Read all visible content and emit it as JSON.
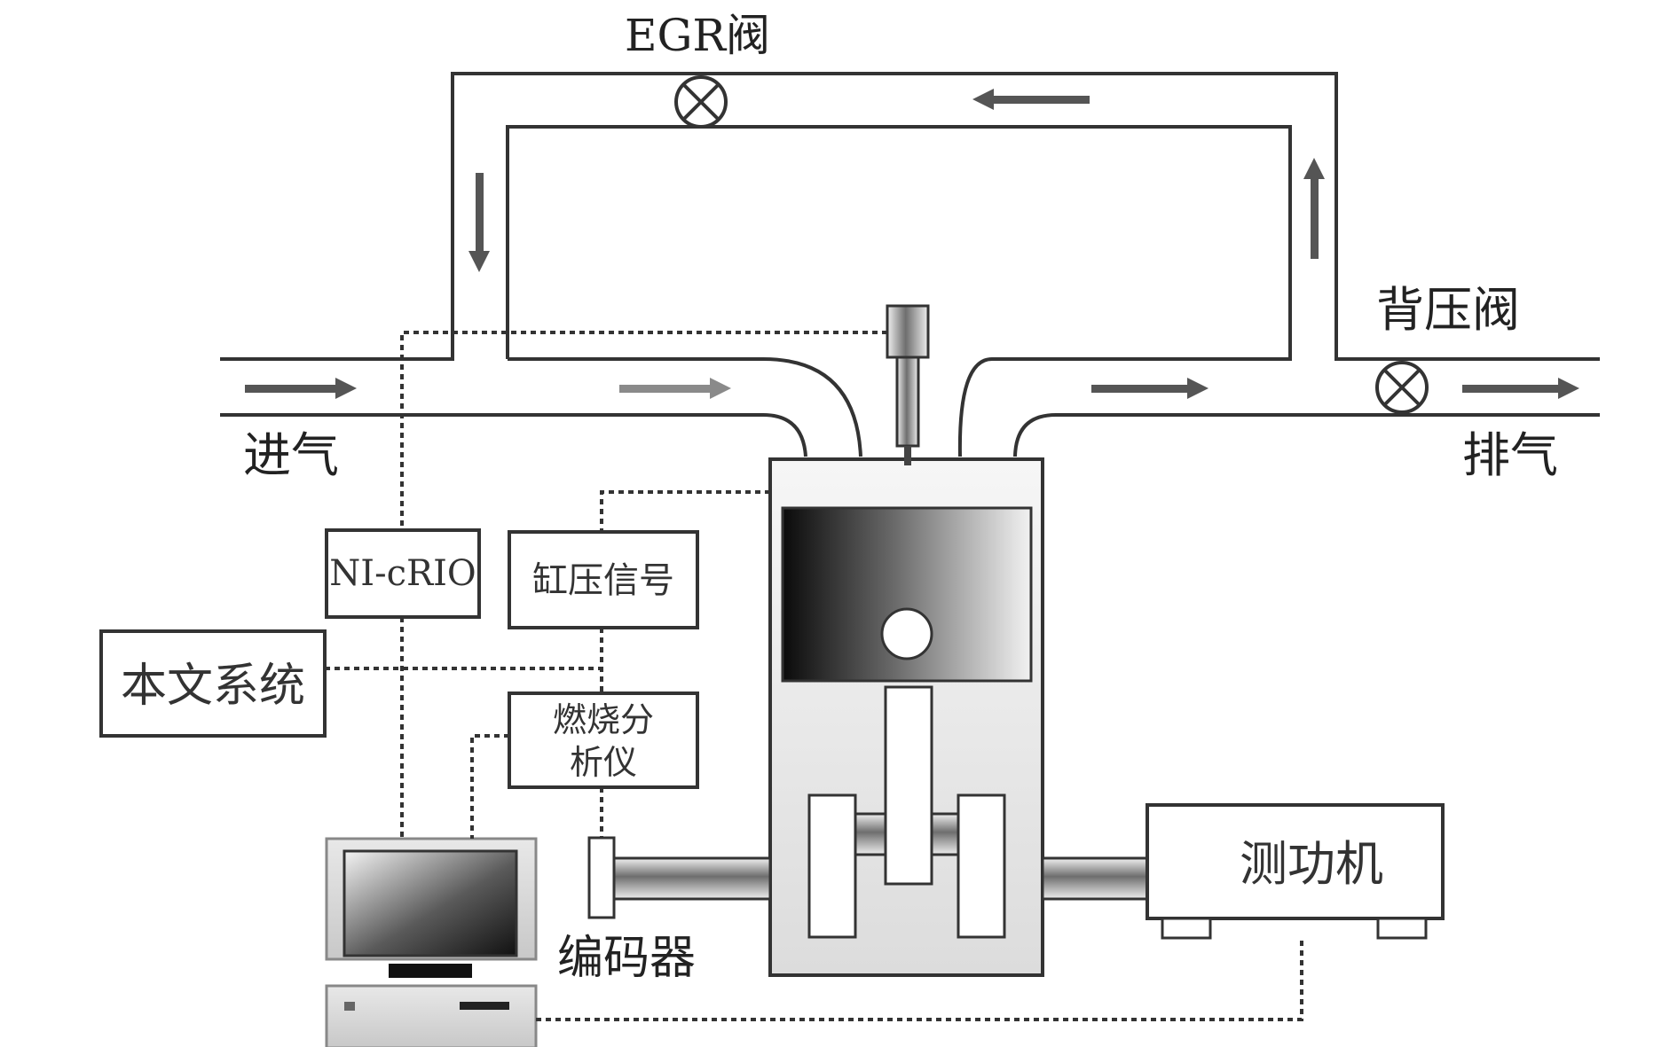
{
  "labels": {
    "egr_valve": "EGR阀",
    "back_pressure_valve": "背压阀",
    "intake": "进气",
    "exhaust": "排气",
    "encoder": "编码器"
  },
  "boxes": {
    "ni_crio": "NI-cRIO",
    "cylinder_pressure_signal": "缸压信号",
    "combustion_analyzer_line1": "燃烧分",
    "combustion_analyzer_line2": "析仪",
    "this_system": "本文系统",
    "dynamometer": "测功机"
  },
  "colors": {
    "line": "#333333",
    "arrow": "#555555",
    "arrow_light": "#8a8a8a"
  }
}
